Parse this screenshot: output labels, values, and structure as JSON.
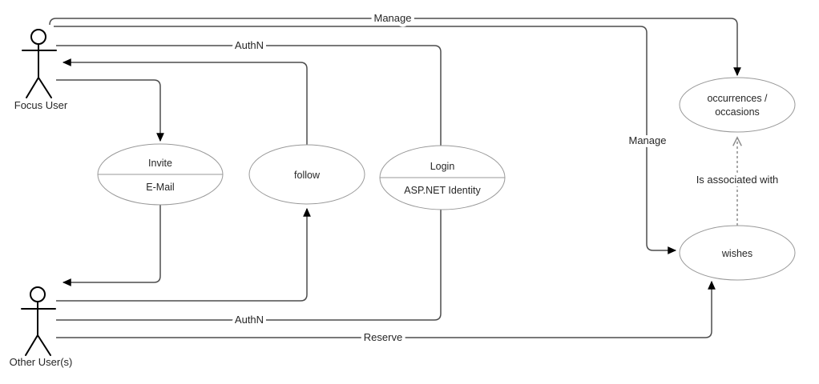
{
  "diagram_type": "use-case-diagram",
  "actors": {
    "focus": {
      "label": "Focus User"
    },
    "other": {
      "label": "Other User(s)"
    }
  },
  "use_cases": {
    "invite": {
      "title": "Invite",
      "subtitle": "E-Mail"
    },
    "follow": {
      "title": "follow"
    },
    "login": {
      "title": "Login",
      "subtitle": "ASP.NET Identity"
    },
    "occurrences": {
      "line1": "occurrences /",
      "line2": "occasions"
    },
    "wishes": {
      "title": "wishes"
    }
  },
  "edges": {
    "manage_top": {
      "label": "Manage"
    },
    "manage_mid": {
      "label": "Manage"
    },
    "authn_focus": {
      "label": "AuthN"
    },
    "authn_other": {
      "label": "AuthN"
    },
    "reserve": {
      "label": "Reserve"
    },
    "association": {
      "label": "Is associated with"
    }
  },
  "colors": {
    "background": "#ffffff",
    "edge_line": "#4d4d4d",
    "dashed_line": "#8c8c8c",
    "ellipse_stroke": "#999999",
    "arrowhead": "#000000",
    "text": "#262626"
  }
}
